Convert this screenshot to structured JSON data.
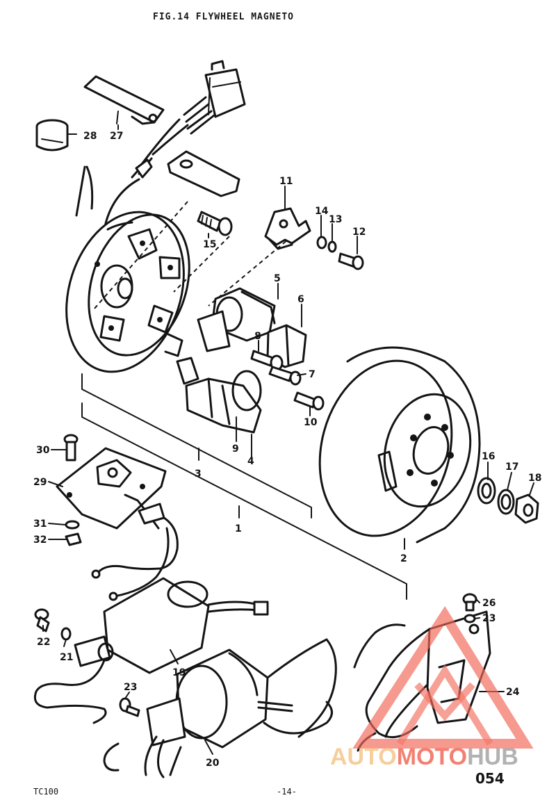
{
  "title": "FIG.14 FLYWHEEL MAGNETO",
  "footer": {
    "model": "TC100",
    "page": "-14-",
    "code": "054"
  },
  "watermark": {
    "part1": "AUTO",
    "part2": "MOTO",
    "part3": "HUB"
  },
  "colors": {
    "ink": "#141414",
    "watermark_orange": "#f5c68a",
    "watermark_red": "#f26a5a",
    "watermark_grey": "#a5a5a5"
  },
  "parts": {
    "p1": "1",
    "p2": "2",
    "p3": "3",
    "p4": "4",
    "p5": "5",
    "p6": "6",
    "p7": "7",
    "p8": "8",
    "p9": "9",
    "p10": "10",
    "p11": "11",
    "p12": "12",
    "p13": "13",
    "p14": "14",
    "p15": "15",
    "p16": "16",
    "p17": "17",
    "p18": "18",
    "p19": "19",
    "p20": "20",
    "p21": "21",
    "p22": "22",
    "p23a": "23",
    "p23b": "23",
    "p24": "24",
    "p26": "26",
    "p27": "27",
    "p28": "28",
    "p29": "29",
    "p30": "30",
    "p31": "31",
    "p32": "32"
  }
}
